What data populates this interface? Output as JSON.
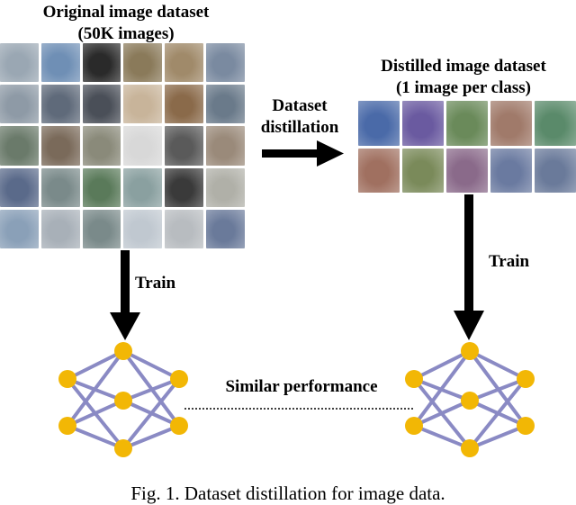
{
  "original": {
    "title_line1": "Original image dataset",
    "title_line2": "(50K images)"
  },
  "distilled": {
    "title_line1": "Distilled image dataset",
    "title_line2": "(1 image per class)"
  },
  "distillation_label_line1": "Dataset",
  "distillation_label_line2": "distillation",
  "train_left": "Train",
  "train_right": "Train",
  "comparison_label": "Similar performance",
  "caption": "Fig. 1. Dataset distillation for image data.",
  "colors": {
    "node": "#f2b705",
    "edge": "#8a8ac4",
    "arrow": "#000000"
  },
  "original_tiles": [
    "#9aa7b3",
    "#6f8fb5",
    "#2a2a2a",
    "#8a7a5a",
    "#a08a6a",
    "#7a8aa0",
    "#8e9aa6",
    "#5f6a7a",
    "#4a4f58",
    "#c8b49a",
    "#8a6a4a",
    "#6a7a8a",
    "#6a7a6a",
    "#7a6a5a",
    "#8a8a7a",
    "#d8d8d8",
    "#5a5a5a",
    "#9a8a7a",
    "#5a6a8a",
    "#7a8a8a",
    "#5a7a5a",
    "#8aa0a0",
    "#3a3a3a",
    "#b0b0a8",
    "#8aa0b8",
    "#a8b0b8",
    "#7a8a8a",
    "#c0c8d0",
    "#b8bcc0",
    "#6a7a9a"
  ],
  "distilled_tiles": [
    "#4a6aa8",
    "#6a5aa0",
    "#6a8a5a",
    "#a07a6a",
    "#5a8a6a",
    "#a07060",
    "#7a8a5a",
    "#8a6a8a",
    "#6a7aa0",
    "#6a7a9a"
  ]
}
